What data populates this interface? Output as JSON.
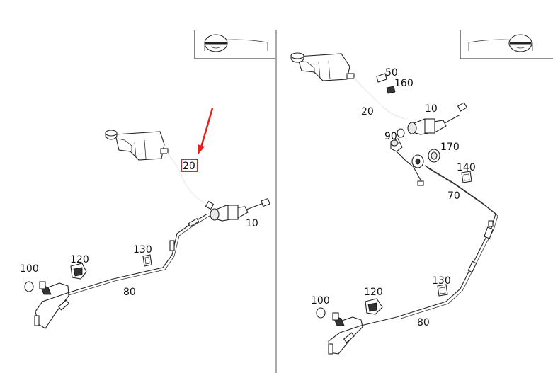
{
  "diagram": {
    "left_panel": {
      "labels": [
        "20",
        "10",
        "130",
        "120",
        "100",
        "80"
      ],
      "highlighted_label": "20"
    },
    "right_panel": {
      "labels": [
        "50",
        "160",
        "20",
        "10",
        "90",
        "170",
        "140",
        "70",
        "130",
        "120",
        "100",
        "80"
      ]
    },
    "colors": {
      "highlight": "#e8201c",
      "lines": "#222222",
      "divider": "#555555"
    },
    "icons": [
      "steering-wheel-icon",
      "red-arrow-icon"
    ]
  }
}
